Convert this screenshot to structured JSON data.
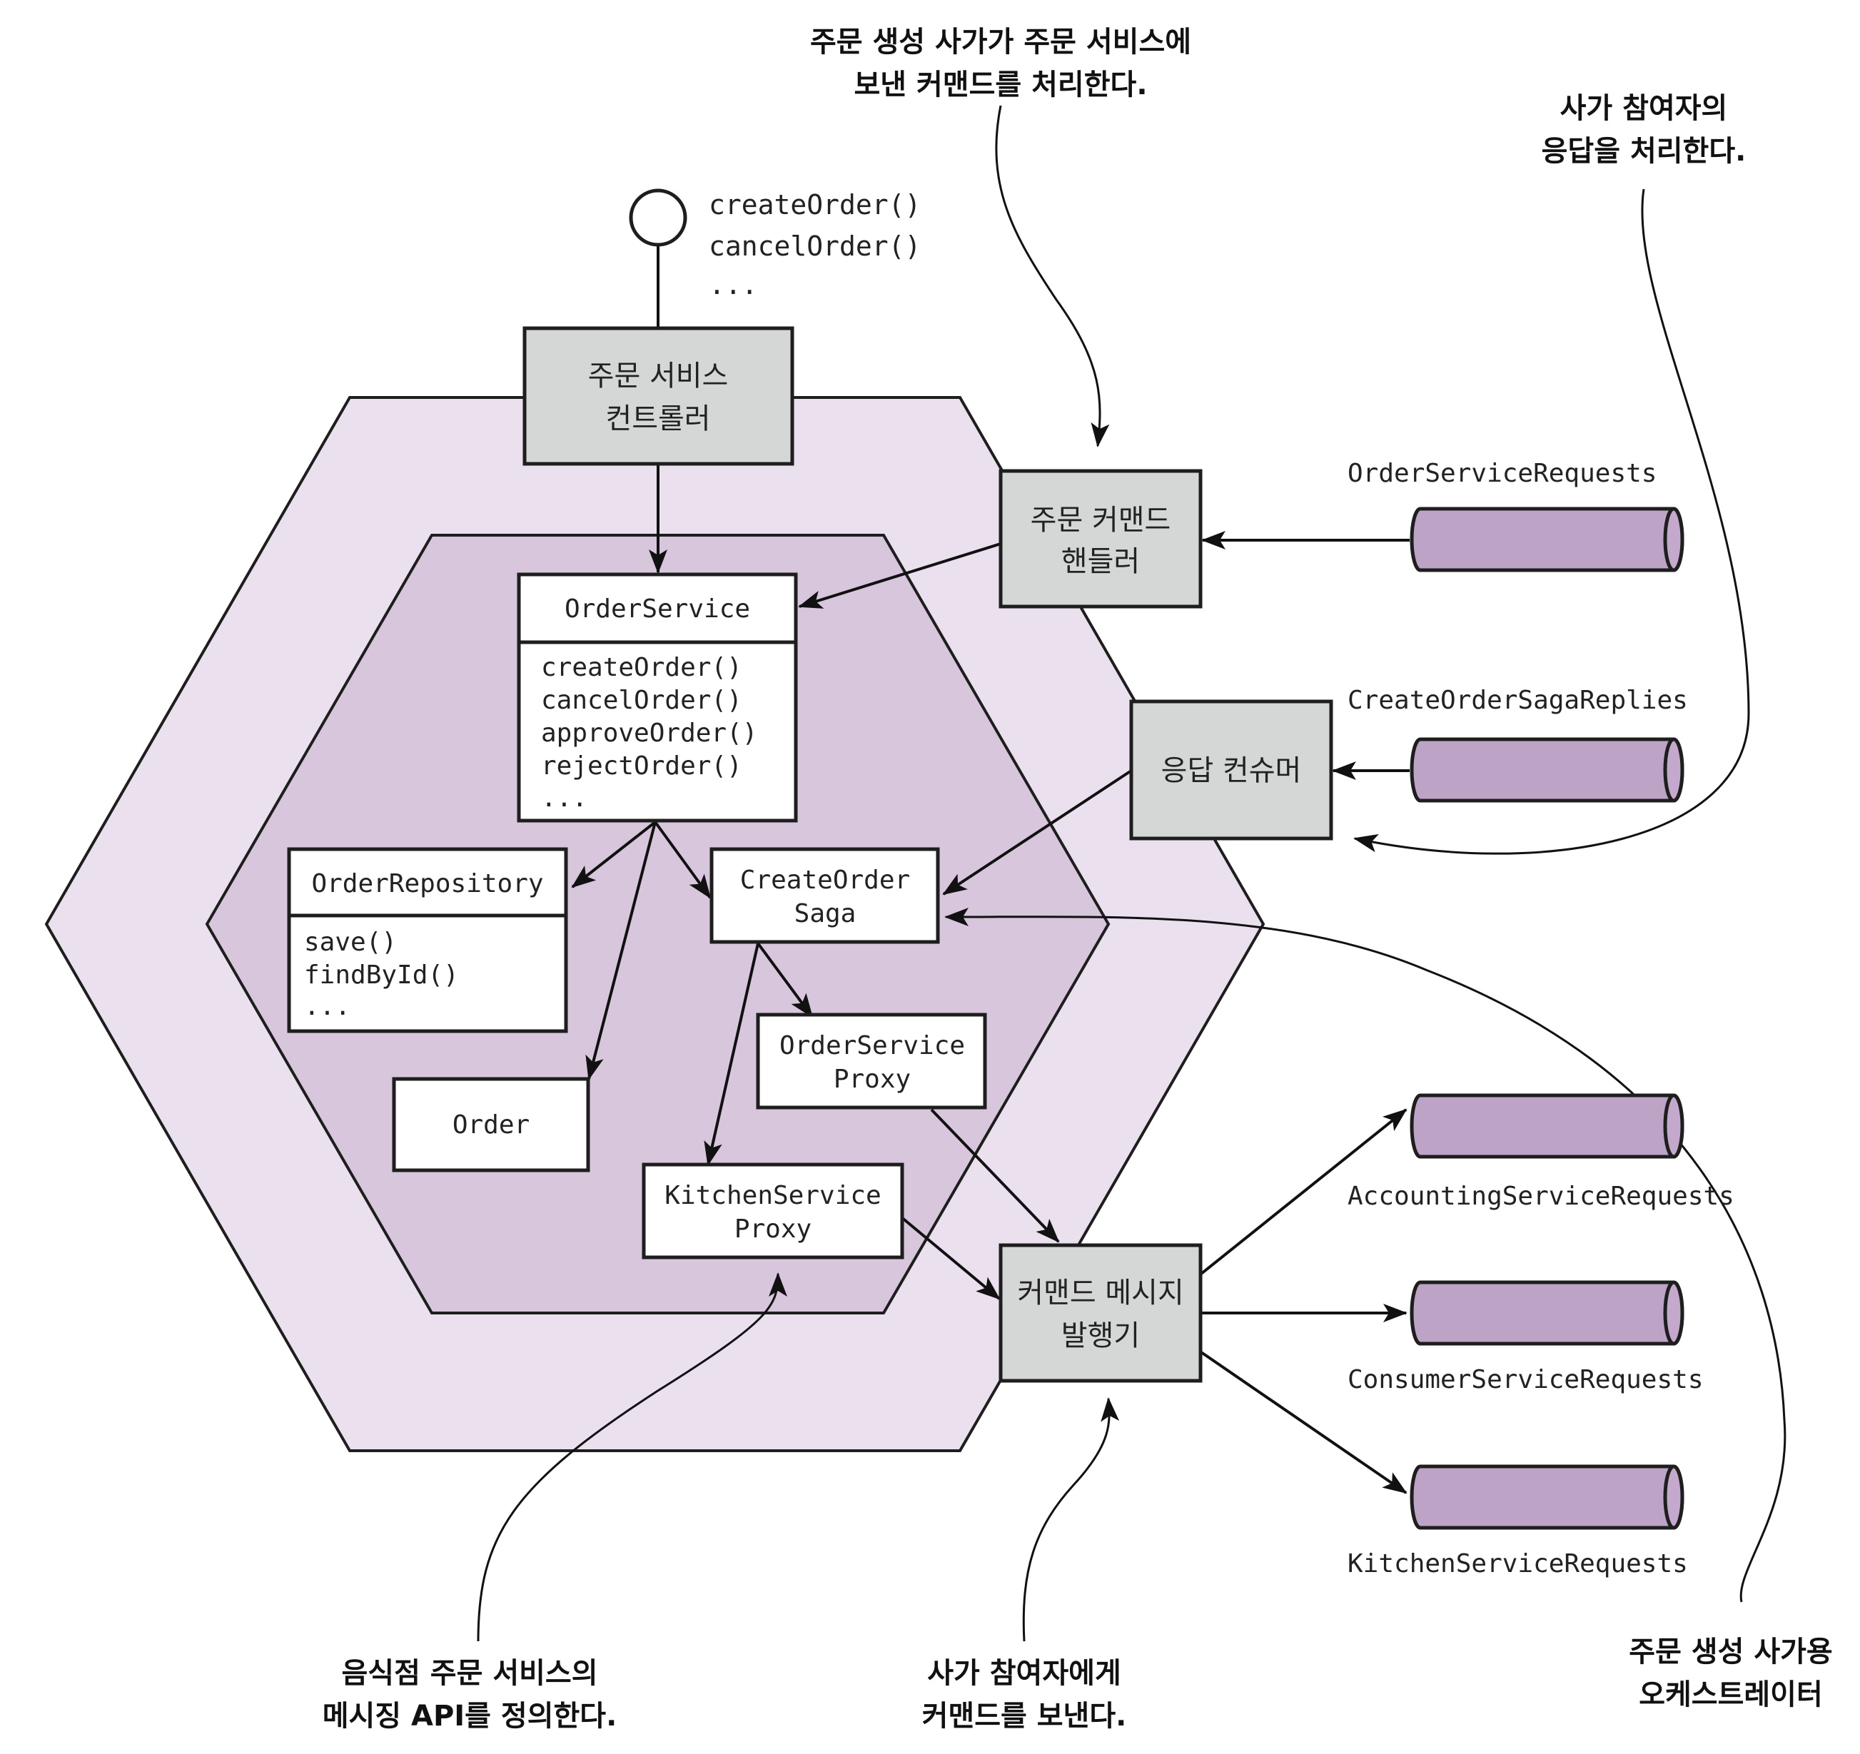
{
  "diagram": {
    "type": "hexagonal-architecture",
    "annotations": {
      "top_center": [
        "주문 생성 사가가 주문 서비스에",
        "보낸 커맨드를 처리한다."
      ],
      "top_right": [
        "사가 참여자의",
        "응답을 처리한다."
      ],
      "bottom_left": [
        "음식점 주문 서비스의",
        "메시징 API를 정의한다."
      ],
      "bottom_center": [
        "사가 참여자에게",
        "커맨드를 보낸다."
      ],
      "bottom_right": [
        "주문 생성 사가용",
        "오케스트레이터"
      ]
    },
    "api_port": {
      "operations": [
        "createOrder()",
        "cancelOrder()",
        "..."
      ]
    },
    "adapters": {
      "controller": [
        "주문 서비스",
        "컨트롤러"
      ],
      "command_handler": [
        "주문 커맨드",
        "핸들러"
      ],
      "reply_consumer": [
        "응답 컨슈머"
      ],
      "command_publisher": [
        "커맨드 메시지",
        "발행기"
      ]
    },
    "classes": {
      "order_service": {
        "name": "OrderService",
        "methods": [
          "createOrder()",
          "cancelOrder()",
          "approveOrder()",
          "rejectOrder()",
          "..."
        ]
      },
      "order_repository": {
        "name": "OrderRepository",
        "methods": [
          "save()",
          "findById()",
          "..."
        ]
      },
      "order": {
        "name": "Order"
      },
      "create_order_saga": {
        "name": [
          "CreateOrder",
          "Saga"
        ]
      },
      "order_service_proxy": {
        "name": [
          "OrderService",
          "Proxy"
        ]
      },
      "kitchen_service_proxy": {
        "name": [
          "KitchenService",
          "Proxy"
        ]
      }
    },
    "channels": {
      "order_service_requests": "OrderServiceRequests",
      "create_order_saga_replies": "CreateOrderSagaReplies",
      "accounting_service_requests": "AccountingServiceRequests",
      "consumer_service_requests": "ConsumerServiceRequests",
      "kitchen_service_requests": "KitchenServiceRequests"
    },
    "colors": {
      "outer_hexagon": "#eae0ee",
      "inner_hexagon": "#d8c7dc",
      "adapter_box": "#d5d6d6",
      "channel": "#bda3c6",
      "outline": "#1e1e1e"
    }
  }
}
